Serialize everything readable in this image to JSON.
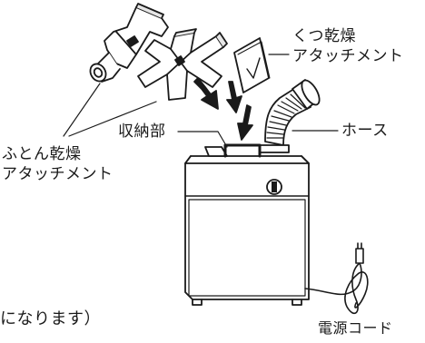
{
  "labels": {
    "kutsu_line1": "くつ乾燥",
    "kutsu_line2": "アタッチメント",
    "futon_line1": "ふとん乾燥",
    "futon_line2": "アタッチメント",
    "storage": "収納部",
    "hose": "ホース",
    "power_cord": "電源コード",
    "bottom_note": "になります）"
  },
  "colors": {
    "line": "#1a1a1a",
    "fill": "#ffffff",
    "shade": "#d9d9d9"
  }
}
